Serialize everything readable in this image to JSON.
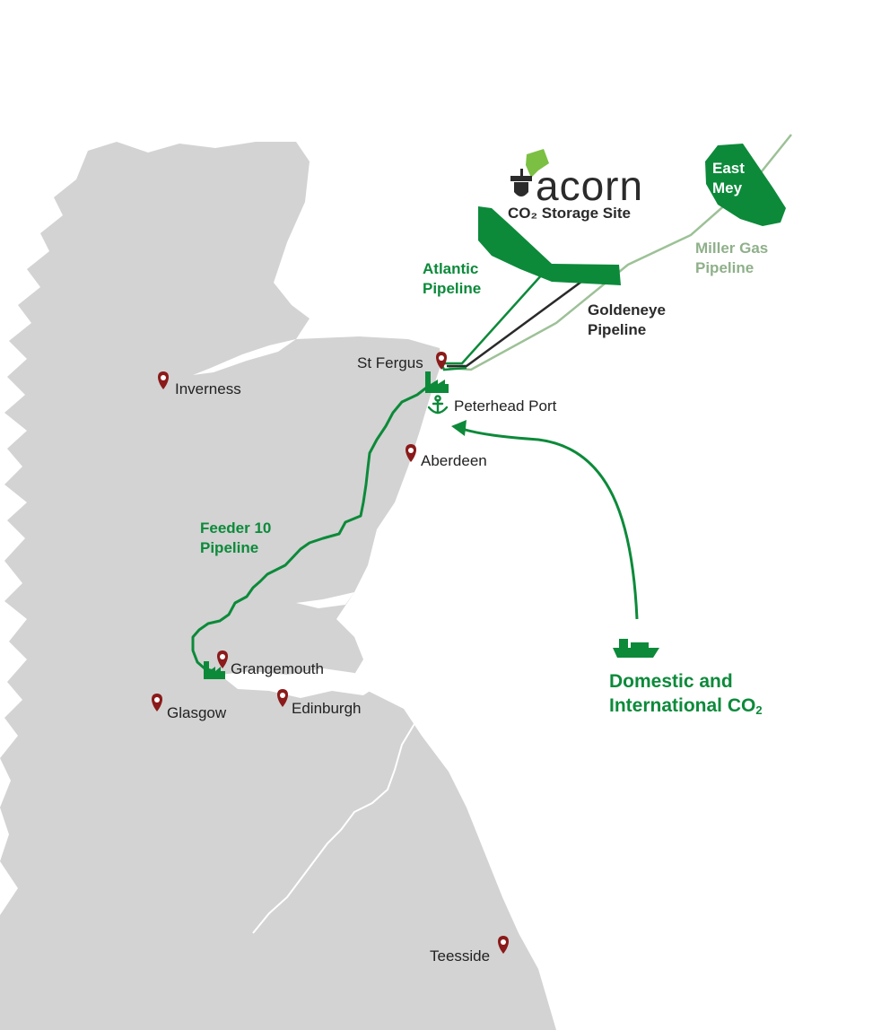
{
  "logo": {
    "word": "acorn",
    "subtitle": "CO₂ Storage Site"
  },
  "fields": {
    "east_mey": [
      "East",
      "Mey"
    ]
  },
  "pipelines": {
    "atlantic": [
      "Atlantic",
      "Pipeline"
    ],
    "goldeneye": [
      "Goldeneye",
      "Pipeline"
    ],
    "miller": [
      "Miller Gas",
      "Pipeline"
    ],
    "feeder": [
      "Feeder 10",
      "Pipeline"
    ]
  },
  "places": {
    "st_fergus": "St Fergus",
    "peterhead_port": "Peterhead Port",
    "inverness": "Inverness",
    "aberdeen": "Aberdeen",
    "grangemouth": "Grangemouth",
    "glasgow": "Glasgow",
    "edinburgh": "Edinburgh",
    "teesside": "Teesside"
  },
  "shipping": {
    "line1": "Domestic and",
    "line2_main": "International CO",
    "line2_sub": "2"
  },
  "colors": {
    "land": "#d3d3d3",
    "sea": "#ffffff",
    "border": "#ffffff",
    "green": "#0c8a3a",
    "pale_green": "#9cc196",
    "goldeneye": "#2a2a2a",
    "marker": "#8b1a1a",
    "logo_leaf": "#7bc043"
  },
  "icons": [
    "pin-icon",
    "factory-icon",
    "anchor-icon",
    "ship-icon",
    "acorn-logo-icon"
  ]
}
